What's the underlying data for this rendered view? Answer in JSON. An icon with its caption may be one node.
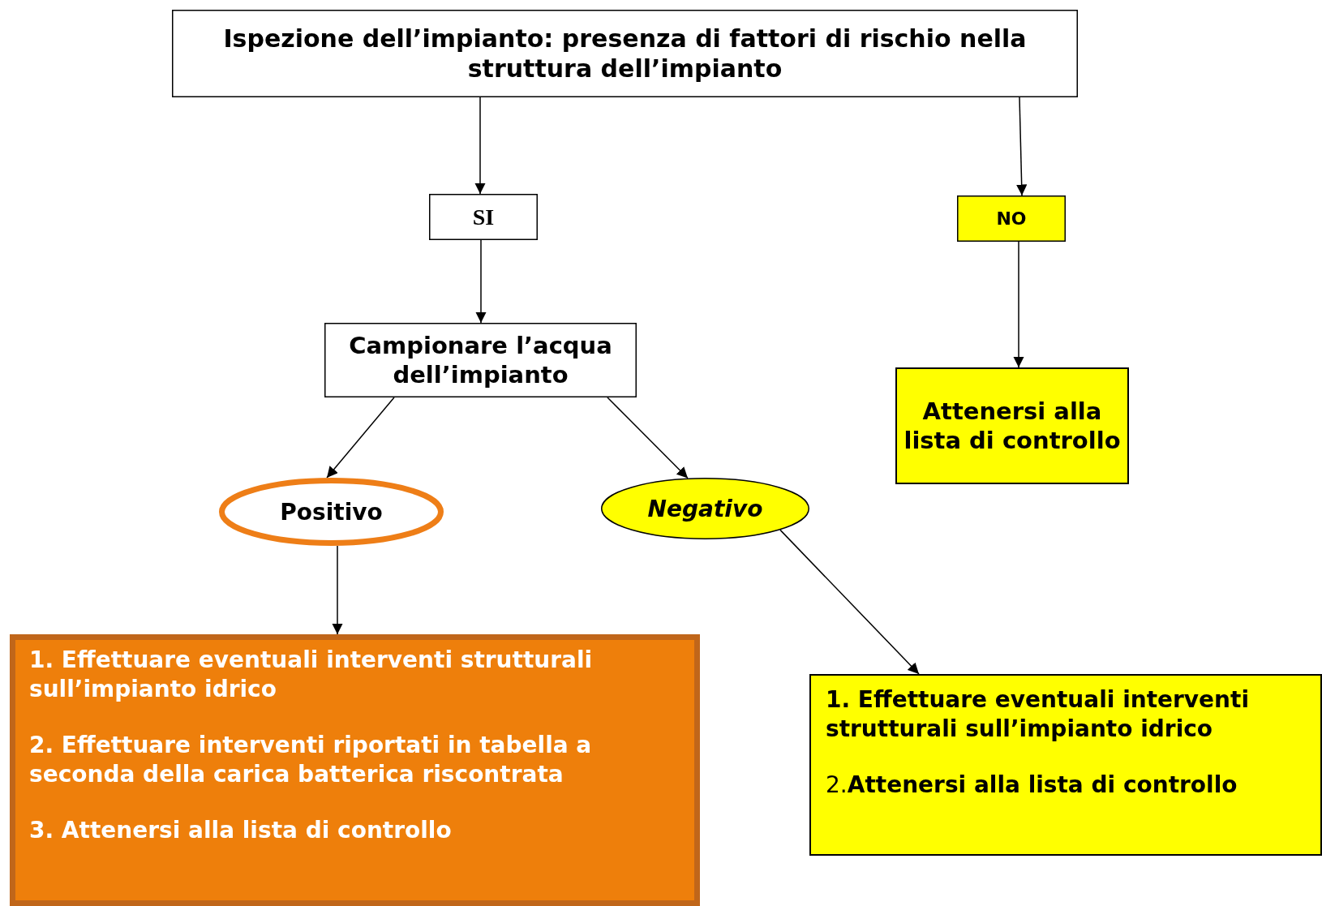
{
  "diagram": {
    "nodes": [
      {
        "text": [
          "Ispezione dell’impianto: presenza di fattori di rischio nella struttura dell’impianto"
        ]
      },
      {
        "text": [
          "SI"
        ]
      },
      {
        "text": [
          "NO"
        ]
      },
      {
        "text": [
          "Campionare l’acqua dell’impianto"
        ]
      },
      {
        "text": [
          "Attenersi alla lista di controllo"
        ]
      },
      {
        "text": [
          "Positivo"
        ]
      },
      {
        "text": [
          "Negativo"
        ]
      },
      {
        "text": [
          "1. Effettuare eventuali interventi strutturali sull’impianto idrico",
          "2. Effettuare interventi riportati in tabella a seconda della carica batterica riscontrata",
          "3. Attenersi alla lista di controllo"
        ]
      },
      {
        "text": [
          "1. Effettuare eventuali interventi strutturali sull’impianto idrico",
          "2.**Attenersi alla lista di controllo**"
        ]
      }
    ],
    "edges": [
      {
        "from": 0,
        "to": 1,
        "arrow": "to"
      },
      {
        "from": 0,
        "to": 2,
        "arrow": "to"
      },
      {
        "from": 1,
        "to": 3,
        "arrow": "to"
      },
      {
        "from": 2,
        "to": 4,
        "arrow": "to"
      },
      {
        "from": 3,
        "to": 5,
        "arrow": "to"
      },
      {
        "from": 3,
        "to": 6,
        "arrow": "to"
      },
      {
        "from": 5,
        "to": 7,
        "arrow": "to"
      },
      {
        "from": 6,
        "to": 8,
        "arrow": "to"
      }
    ]
  }
}
